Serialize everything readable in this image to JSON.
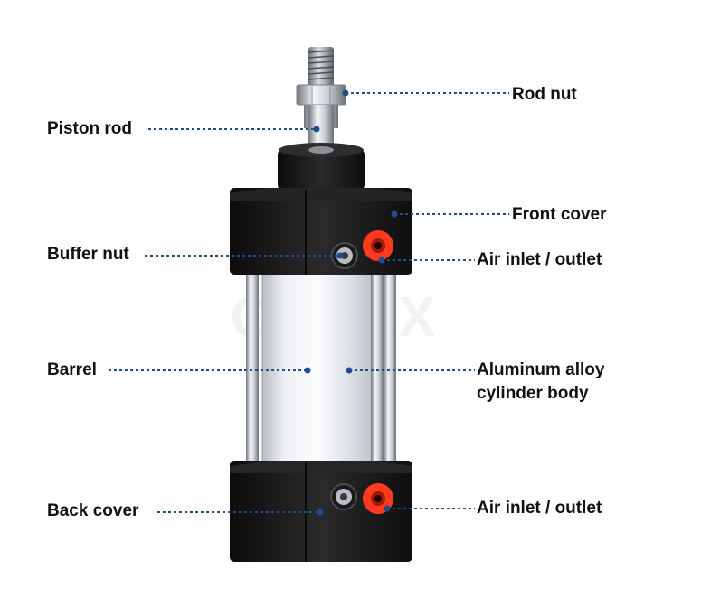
{
  "labels": {
    "rod_nut": "Rod nut",
    "piston_rod": "Piston rod",
    "front_cover": "Front cover",
    "buffer_nut": "Buffer nut",
    "air_port_top": "Air inlet / outlet",
    "barrel": "Barrel",
    "cylinder_body_line1": "Aluminum alloy",
    "cylinder_body_line2": "cylinder body",
    "back_cover": "Back cover",
    "air_port_bottom": "Air inlet / outlet"
  },
  "colors": {
    "leader_line": "#1f4e8c",
    "label_text": "#111111",
    "cover": "#151515",
    "air_port": "#ff3b1f"
  }
}
